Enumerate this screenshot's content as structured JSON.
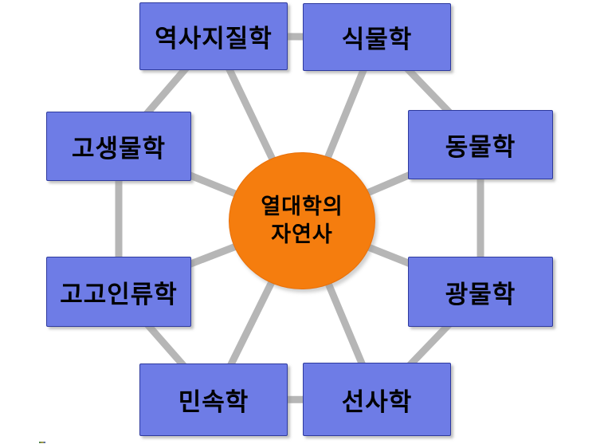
{
  "diagram": {
    "title": "tropical-studies-natural-history-wheel",
    "center": {
      "line1": "열대학의",
      "line2": "자연사"
    },
    "nodes": [
      {
        "id": "historical-geology",
        "label": "역사지질학",
        "position": "top-left"
      },
      {
        "id": "botany",
        "label": "식물학",
        "position": "top-right"
      },
      {
        "id": "paleontology",
        "label": "고생물학",
        "position": "left-upper"
      },
      {
        "id": "zoology",
        "label": "동물학",
        "position": "right-upper"
      },
      {
        "id": "archaeological-anthropology",
        "label": "고고인류학",
        "position": "left-lower"
      },
      {
        "id": "mineralogy",
        "label": "광물학",
        "position": "right-lower"
      },
      {
        "id": "ethnology",
        "label": "민속학",
        "position": "bottom-left"
      },
      {
        "id": "prehistory",
        "label": "선사학",
        "position": "bottom-right"
      }
    ],
    "edges": {
      "ring": [
        [
          "historical-geology",
          "botany"
        ],
        [
          "botany",
          "zoology"
        ],
        [
          "zoology",
          "mineralogy"
        ],
        [
          "mineralogy",
          "prehistory"
        ],
        [
          "prehistory",
          "ethnology"
        ],
        [
          "ethnology",
          "archaeological-anthropology"
        ],
        [
          "archaeological-anthropology",
          "paleontology"
        ],
        [
          "paleontology",
          "historical-geology"
        ]
      ],
      "spokes_to_center": [
        "historical-geology",
        "botany",
        "paleontology",
        "zoology",
        "archaeological-anthropology",
        "mineralogy",
        "ethnology",
        "prehistory"
      ]
    },
    "colors": {
      "node_fill": "#6e7ce6",
      "node_border": "#2e3a9e",
      "center_fill": "#f57d0e",
      "center_border": "#e8700a",
      "connector_gray": "#b6b6b6",
      "text": "#000000",
      "background": "#ffffff"
    }
  }
}
